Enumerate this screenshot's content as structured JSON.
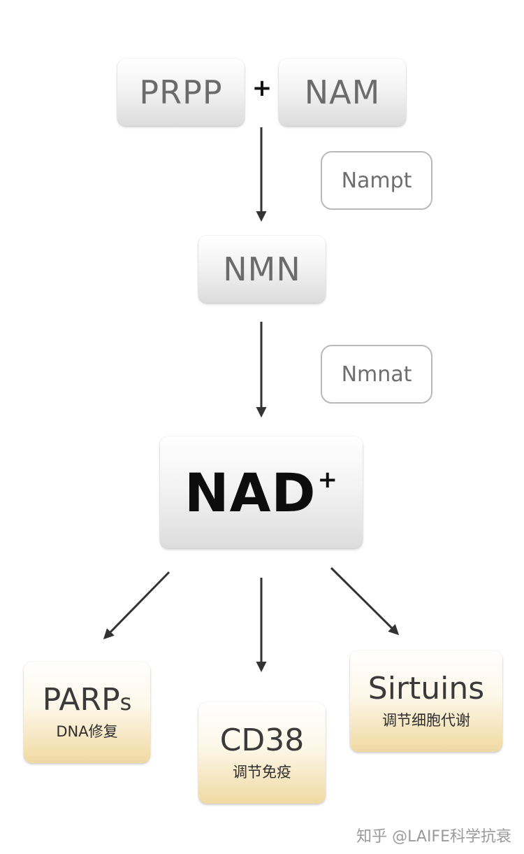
{
  "nodes": {
    "prpp": "PRPP",
    "plus": "+",
    "nam": "NAM",
    "nmn": "NMN",
    "nad": "NAD",
    "nad_superscript": "+"
  },
  "enzymes": {
    "nampt": "Nampt",
    "nmnat": "Nmnat"
  },
  "targets": {
    "parps": {
      "name": "PARP",
      "name_suffix": "s",
      "desc": "DNA修复"
    },
    "cd38": {
      "name": "CD38",
      "desc": "调节免疫"
    },
    "sirtuins": {
      "name": "Sirtuins",
      "desc": "调节细胞代谢"
    }
  },
  "watermark": "知乎 @LAIFE科学抗衰",
  "colors": {
    "arrow": "#333333",
    "grey_box": "#e6e6e6",
    "gold_box": "#f0d9a2"
  }
}
